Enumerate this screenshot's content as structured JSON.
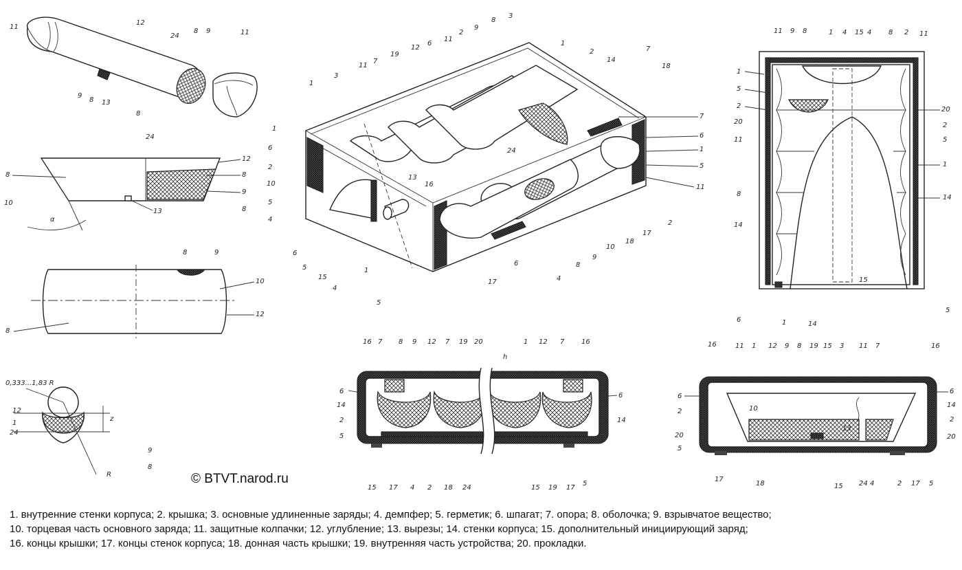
{
  "copyright": "© BTVT.narod.ru",
  "legend": {
    "line1": "1. внутренние стенки корпуса; 2. крышка; 3. основные удлиненные заряды; 4. демпфер; 5. герметик; 6. шпагат; 7. опора; 8. оболочка; 9. взрывчатое вещество;",
    "line2": "10. торцевая часть основного заряда; 11. защитные колпачки; 12. углубление; 13.  вырезы; 14. стенки корпуса; 15. дополнительный инициирующий заряд;",
    "line3": "16. концы крышки; 17. концы стенок корпуса; 18. донная часть крышки; 19. внутренняя часть устройства; 20. прокладки."
  },
  "labels": {
    "tl_11a": "11",
    "tl_12": "12",
    "tl_24": "24",
    "tl_8a": "8",
    "tl_9a": "9",
    "tl_11b": "11",
    "tl_9b": "9",
    "tl_8b": "8",
    "tl_13": "13",
    "tl_8c": "8",
    "ml_24": "24",
    "ml_12": "12",
    "ml_8a": "8",
    "ml_8b": "8",
    "ml_9": "9",
    "ml_10": "10",
    "ml_alpha": "α",
    "ml_13": "13",
    "ml_8c": "8",
    "ll_8": "8",
    "ll_9": "9",
    "ll_10": "10",
    "ll_8b": "8",
    "ll_12": "12",
    "sec_r": "0,333...1,83 R",
    "sec_12": "12",
    "sec_1": "1",
    "sec_24": "24",
    "sec_z": "z",
    "sec_9": "9",
    "sec_8": "8",
    "sec_R": "R",
    "c_1a": "1",
    "c_3": "3",
    "c_11": "11",
    "c_7": "7",
    "c_19": "19",
    "c_12": "12",
    "c_6": "6",
    "c_11b": "11",
    "c_2": "2",
    "c_9": "9",
    "c_8": "8",
    "c_3b": "3",
    "c_1b": "1",
    "c_2b": "2",
    "c_14": "14",
    "c_7b": "7",
    "c_18": "18",
    "c_7r": "7",
    "c_6r": "6",
    "c_1r": "1",
    "c_5r": "5",
    "c_11r": "11",
    "c_2r": "2",
    "c_17r": "17",
    "c_18b": "18",
    "c_10": "10",
    "c_9b": "9",
    "c_8b": "8",
    "c_4": "4",
    "c_6b": "6",
    "c_17": "17",
    "c_1c": "1",
    "c_5": "5",
    "c_15": "15",
    "c_4b": "4",
    "c_5b": "5",
    "c_6l": "6",
    "c_16": "16",
    "c_13": "13",
    "c_24": "24",
    "c_1l": "1",
    "c_6ll": "6",
    "c_2l": "2",
    "c_10l": "10",
    "c_5l": "5",
    "c_4l": "4",
    "r_11": "11",
    "r_9": "9",
    "r_8": "8",
    "r_1": "1",
    "r_4": "4",
    "r_15": "15",
    "r_4b": "4",
    "r_8b": "8",
    "r_2": "2",
    "r_11b": "11",
    "r_1l": "1",
    "r_5": "5",
    "r_2l": "2",
    "r_20": "20",
    "r_11l": "11",
    "r_8l": "8",
    "r_14l": "14",
    "r_6": "6",
    "r_1b": "1",
    "r_14b": "14",
    "r_15b": "15",
    "r_5r": "5",
    "r_14r": "14",
    "r_1r": "1",
    "r_5rr": "5",
    "r_2r": "2",
    "r_20r": "20",
    "bc_16": "16",
    "bc_7": "7",
    "bc_8": "8",
    "bc_9": "9",
    "bc_12": "12",
    "bc_7b": "7",
    "bc_19": "19",
    "bc_20": "20",
    "bc_h": "h",
    "bc_1": "1",
    "bc_12b": "12",
    "bc_7c": "7",
    "bc_16b": "16",
    "bc_6": "6",
    "bc_14": "14",
    "bc_2": "2",
    "bc_5": "5",
    "bc_6r": "6",
    "bc_14r": "14",
    "bc_15": "15",
    "bc_17": "17",
    "bc_4": "4",
    "bc_2b": "2",
    "bc_18": "18",
    "bc_24": "24",
    "bc_15b": "15",
    "bc_19b": "19",
    "bc_17b": "17",
    "bc_5b": "5",
    "br_16": "16",
    "br_11": "11",
    "br_1": "1",
    "br_12": "12",
    "br_9": "9",
    "br_8": "8",
    "br_19": "19",
    "br_15": "15",
    "br_3": "3",
    "br_11b": "11",
    "br_7": "7",
    "br_16b": "16",
    "br_6": "6",
    "br_2": "2",
    "br_20": "20",
    "br_5": "5",
    "br_10": "10",
    "br_13": "13",
    "br_6r": "6",
    "br_14r": "14",
    "br_2r": "2",
    "br_20r": "20",
    "br_17": "17",
    "br_18": "18",
    "br_15b": "15",
    "br_24": "24",
    "br_4": "4",
    "br_2b": "2",
    "br_17b": "17",
    "br_5b": "5"
  }
}
